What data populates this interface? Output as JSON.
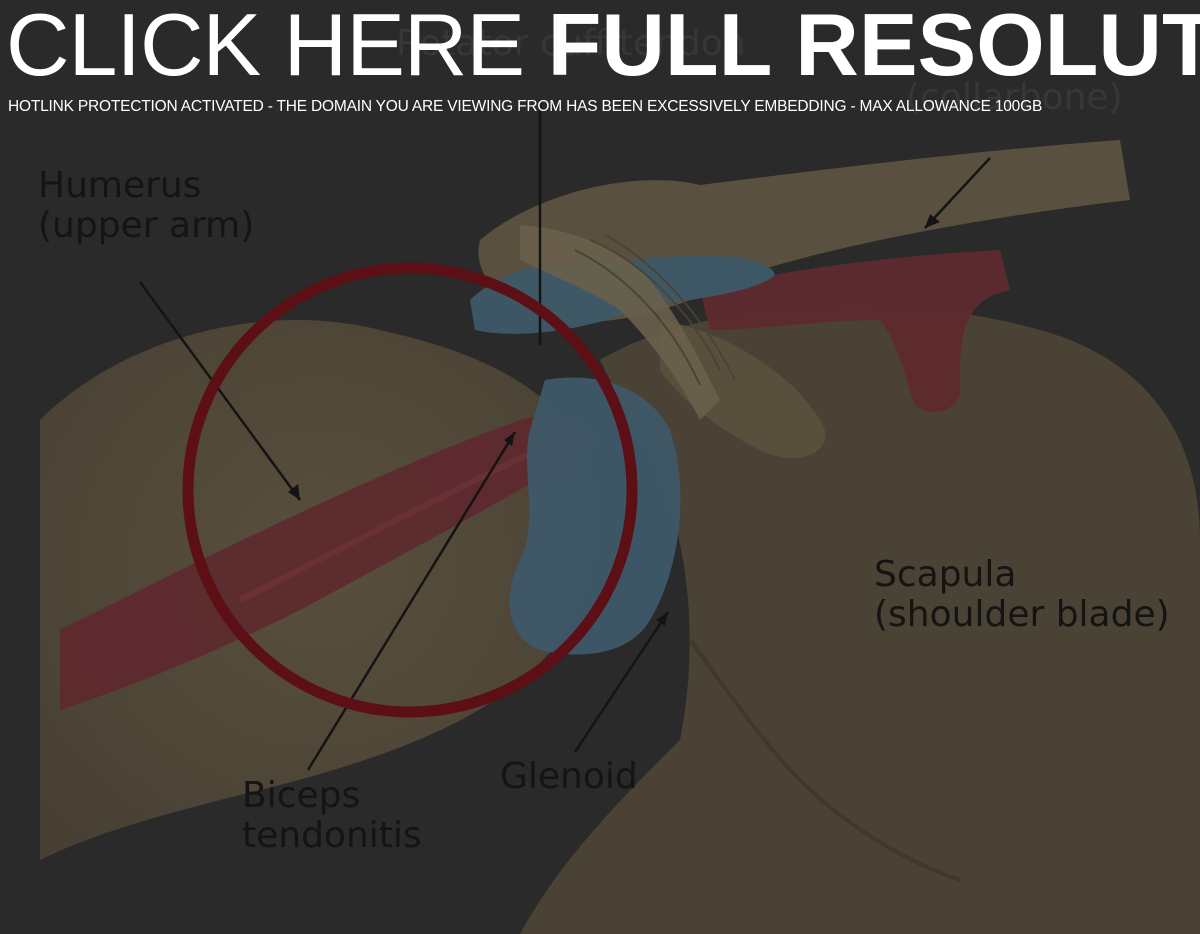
{
  "banner": {
    "title_plain": "CLICK HERE",
    "title_bold": "FULL RESOLUTION",
    "subtitle": "HOTLINK PROTECTION ACTIVATED  - THE DOMAIN YOU ARE VIEWING FROM HAS BEEN  EXCESSIVELY EMBEDDING - MAX ALLOWANCE 100GB"
  },
  "labels": {
    "humerus": {
      "line1": "Humerus",
      "line2": "(upper arm)"
    },
    "clavicle": {
      "line2": "(collarbone)"
    },
    "rotator_cuff": {
      "text": "Rotator cuff tendon"
    },
    "scapula": {
      "line1": "Scapula",
      "line2": "(shoulder blade)"
    },
    "glenoid": {
      "text": "Glenoid"
    },
    "biceps": {
      "line1": "Biceps",
      "line2": "tendonitis"
    }
  },
  "colors": {
    "overlay_background": "#2a2a2a",
    "bone": "#5a4f3c",
    "bone_light": "#6a5f4c",
    "muscle": "#5e2a2e",
    "cartilage": "#3e5968",
    "highlight_circle": "#5c0f14",
    "label_text": "#141414",
    "banner_text": "#ffffff"
  }
}
